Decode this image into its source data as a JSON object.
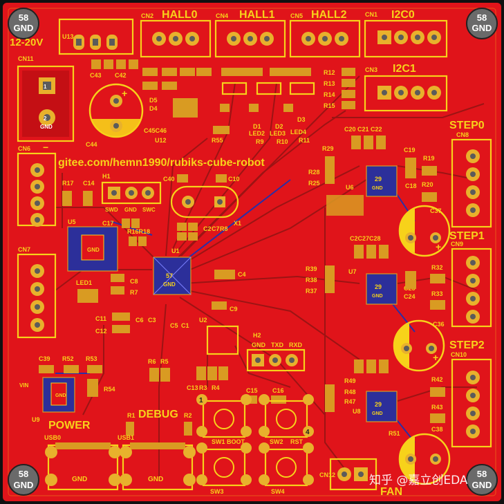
{
  "board": {
    "url": "gitee.com/hemn1990/rubiks-cube-robot",
    "input_voltage": "12-20V",
    "colors": {
      "copper": "#e0141a",
      "silk": "#f7d21a",
      "pad": "#e8b12c",
      "bottom": "#2c2f9a"
    }
  },
  "mounting_holes": [
    {
      "id": "58",
      "net": "GND"
    },
    {
      "id": "58",
      "net": "GND"
    },
    {
      "id": "58",
      "net": "GND"
    },
    {
      "id": "58",
      "net": "GND"
    }
  ],
  "connectors": {
    "hall0": "HALL0",
    "hall1": "HALL1",
    "hall2": "HALL2",
    "i2c0": "I2C0",
    "i2c1": "I2C1",
    "step0": "STEP0",
    "step1": "STEP1",
    "step2": "STEP2",
    "fan": "FAN",
    "power": "POWER",
    "debug": "DEBUG"
  },
  "refs": {
    "u13": "U13",
    "cn2": "CN2",
    "cn4": "CN4",
    "cn5": "CN5",
    "cn1": "CN1",
    "cn3": "CN3",
    "cn11": "CN11",
    "cn6": "CN6",
    "cn7": "CN7",
    "cn8": "CN8",
    "cn9": "CN9",
    "cn10": "CN10",
    "cn12": "CN12",
    "c43": "C43",
    "c42": "C42",
    "c44": "C44",
    "c45c46": "C45C46",
    "u12": "U12",
    "d5": "D5",
    "d4": "D4",
    "d1": "D1",
    "d2": "D2",
    "d3": "D3",
    "led2": "LED2",
    "led3": "LED3",
    "led4": "LED4",
    "r9": "R9",
    "r10": "R10",
    "r11": "R11",
    "r55": "R55",
    "r12": "R12",
    "r13": "R13",
    "r14": "R14",
    "r15": "R15",
    "c20c21c22": "C20 C21 C22",
    "c19": "C19",
    "r19": "R19",
    "c18": "C18",
    "r20": "R20",
    "c37": "C37",
    "r29": "R29",
    "r28": "R28",
    "r25": "R25",
    "u6": "U6",
    "h1": "H1",
    "swd": "SWD",
    "gnd": "GND",
    "swc": "SWC",
    "c40": "C40",
    "c10": "C10",
    "r17": "R17",
    "c14": "C14",
    "u5": "U5",
    "c17": "C17",
    "r16r18": "R16R18",
    "x1": "X1",
    "r8": "R8",
    "c7": "C7",
    "c2": "C2",
    "u1": "U1",
    "c4": "C4",
    "led1": "LED1",
    "c8": "C8",
    "r7": "R7",
    "c11": "C11",
    "c12": "C12",
    "c6": "C6",
    "c3": "C3",
    "c5": "C5",
    "c1": "C1",
    "u2": "U2",
    "c9": "C9",
    "r39": "R39",
    "r38": "R38",
    "r37": "R37",
    "u7": "U7",
    "c2627c28": "C2C27C28",
    "r32": "R32",
    "r33": "R33",
    "c25": "C25",
    "c24": "C24",
    "c36": "C36",
    "r42": "R42",
    "r43": "R43",
    "c38": "C38",
    "u8": "U8",
    "r49": "R49",
    "r48": "R48",
    "r47": "R47",
    "r51": "R51",
    "h2": "H2",
    "txd": "TXD",
    "rxd": "RXD",
    "r6": "R6",
    "r5": "R5",
    "c13": "C13",
    "r3": "R3",
    "r4": "R4",
    "c15": "C15",
    "c16": "C16",
    "c39": "C39",
    "r52": "R52",
    "r53": "R53",
    "r54": "R54",
    "u9": "U9",
    "r1": "R1",
    "r2": "R2",
    "usb0": "USB0",
    "usb1": "USB1",
    "sw1": "SW1",
    "boot": "BOOT",
    "sw2": "SW2",
    "rst": "RST",
    "sw3": "SW3",
    "sw4": "SW4",
    "vin": "VIN",
    "n1": "1",
    "n2": "2",
    "n4": "4",
    "n29": "29",
    "n57": "57",
    "plus": "+",
    "minus": "−"
  },
  "watermark": "知乎 @嘉立创EDA"
}
